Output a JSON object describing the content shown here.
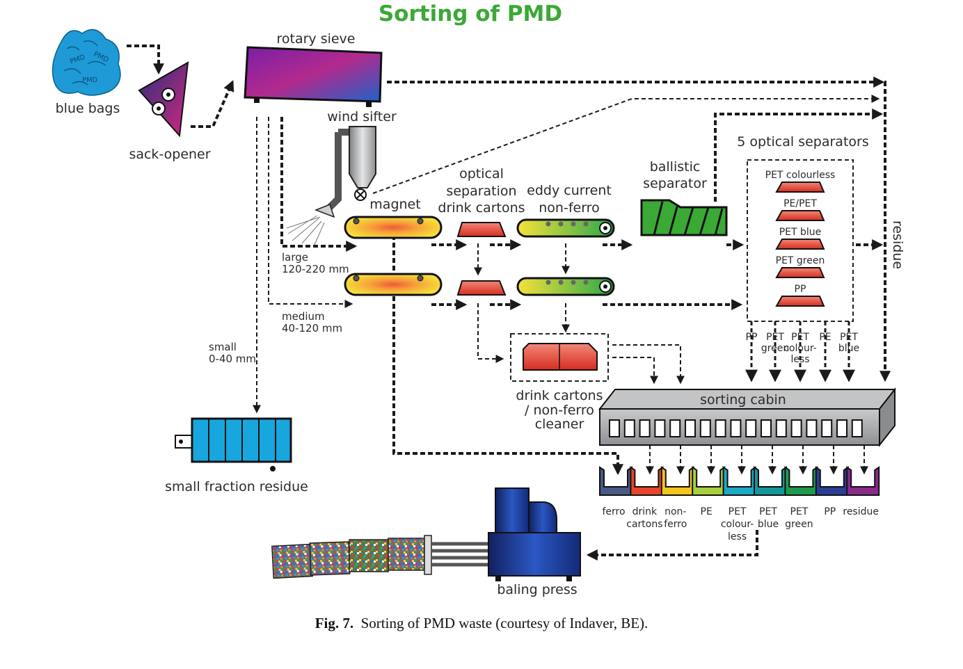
{
  "title": "Sorting of PMD",
  "colors": {
    "title": "#3aa935",
    "flow": "#1a1a1a",
    "blue_bags": "#1e9ad6",
    "sieve_left": "#6a1fa0",
    "sieve_right": "#1e63c8",
    "magnet": "#f5e23a",
    "optical": "#d62d20",
    "ballistic": "#3aa935",
    "small_residue": "#18a6de",
    "cabin": "#a6a7aa"
  },
  "labels": {
    "blue_bags": "blue bags",
    "sack_opener": "sack-opener",
    "rotary_sieve": "rotary sieve",
    "wind_sifter": "wind sifter",
    "magnet": "magnet",
    "optical_line1": "optical",
    "optical_line2": "separation",
    "optical_line3": "drink cartons",
    "eddy_line1": "eddy current",
    "eddy_line2": "non-ferro",
    "ballistic_line1": "ballistic",
    "ballistic_line2": "separator",
    "optical_separators": "5 optical separators",
    "residue_vertical": "residue",
    "large_line1": "large",
    "large_line2": "120-220 mm",
    "medium_line1": "medium",
    "medium_line2": "40-120 mm",
    "small_line1": "small",
    "small_line2": "0-40 mm",
    "small_fraction_residue": "small fraction residue",
    "cleaner_line1": "drink cartons",
    "cleaner_line2": "/ non-ferro",
    "cleaner_line3": "cleaner",
    "sorting_cabin": "sorting cabin",
    "baling_press": "baling press",
    "bag_text": "PMD"
  },
  "optical_separators": [
    "PET colourless",
    "PE/PET",
    "PET blue",
    "PET green",
    "PP"
  ],
  "separator_outputs": [
    {
      "l1": "PP",
      "l2": "",
      "l3": ""
    },
    {
      "l1": "PET",
      "l2": "green",
      "l3": ""
    },
    {
      "l1": "PET",
      "l2": "colour-",
      "l3": "less"
    },
    {
      "l1": "PE",
      "l2": "",
      "l3": ""
    },
    {
      "l1": "PET",
      "l2": "blue",
      "l3": ""
    }
  ],
  "bins": [
    {
      "l1": "ferro",
      "l2": "",
      "l3": "",
      "color": "#4a5a86"
    },
    {
      "l1": "drink",
      "l2": "cartons",
      "l3": "",
      "color": "#e8452a"
    },
    {
      "l1": "non-",
      "l2": "ferro",
      "l3": "",
      "color": "#f3c51d"
    },
    {
      "l1": "PE",
      "l2": "",
      "l3": "",
      "color": "#a9cf3c"
    },
    {
      "l1": "PET",
      "l2": "colour-",
      "l3": "less",
      "color": "#1da9c8"
    },
    {
      "l1": "PET",
      "l2": "blue",
      "l3": "",
      "color": "#14979a"
    },
    {
      "l1": "PET",
      "l2": "green",
      "l3": "",
      "color": "#1f9a4e"
    },
    {
      "l1": "PP",
      "l2": "",
      "l3": "",
      "color": "#2b3e95"
    },
    {
      "l1": "residue",
      "l2": "",
      "l3": "",
      "color": "#8a2a8c"
    }
  ],
  "caption": {
    "label": "Fig. 7.",
    "text": "Sorting of PMD waste (courtesy of Indaver, BE)."
  }
}
